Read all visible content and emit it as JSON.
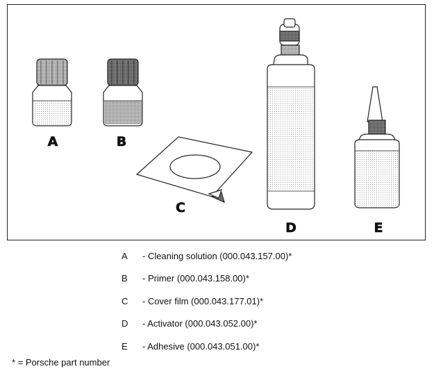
{
  "figure": {
    "labels": {
      "a": "A",
      "b": "B",
      "c": "C",
      "d": "D",
      "e": "E"
    }
  },
  "legend": [
    {
      "letter": "A",
      "text": "- Cleaning solution (000.043.157.00)*"
    },
    {
      "letter": "B",
      "text": "- Primer (000.043.158.00)*"
    },
    {
      "letter": "C",
      "text": "- Cover film (000.043.177.01)*"
    },
    {
      "letter": "D",
      "text": "- Activator (000.043.052.00)*"
    },
    {
      "letter": "E",
      "text": "- Adhesive (000.043.051.00)*"
    }
  ],
  "footnote": "* = Porsche part number"
}
